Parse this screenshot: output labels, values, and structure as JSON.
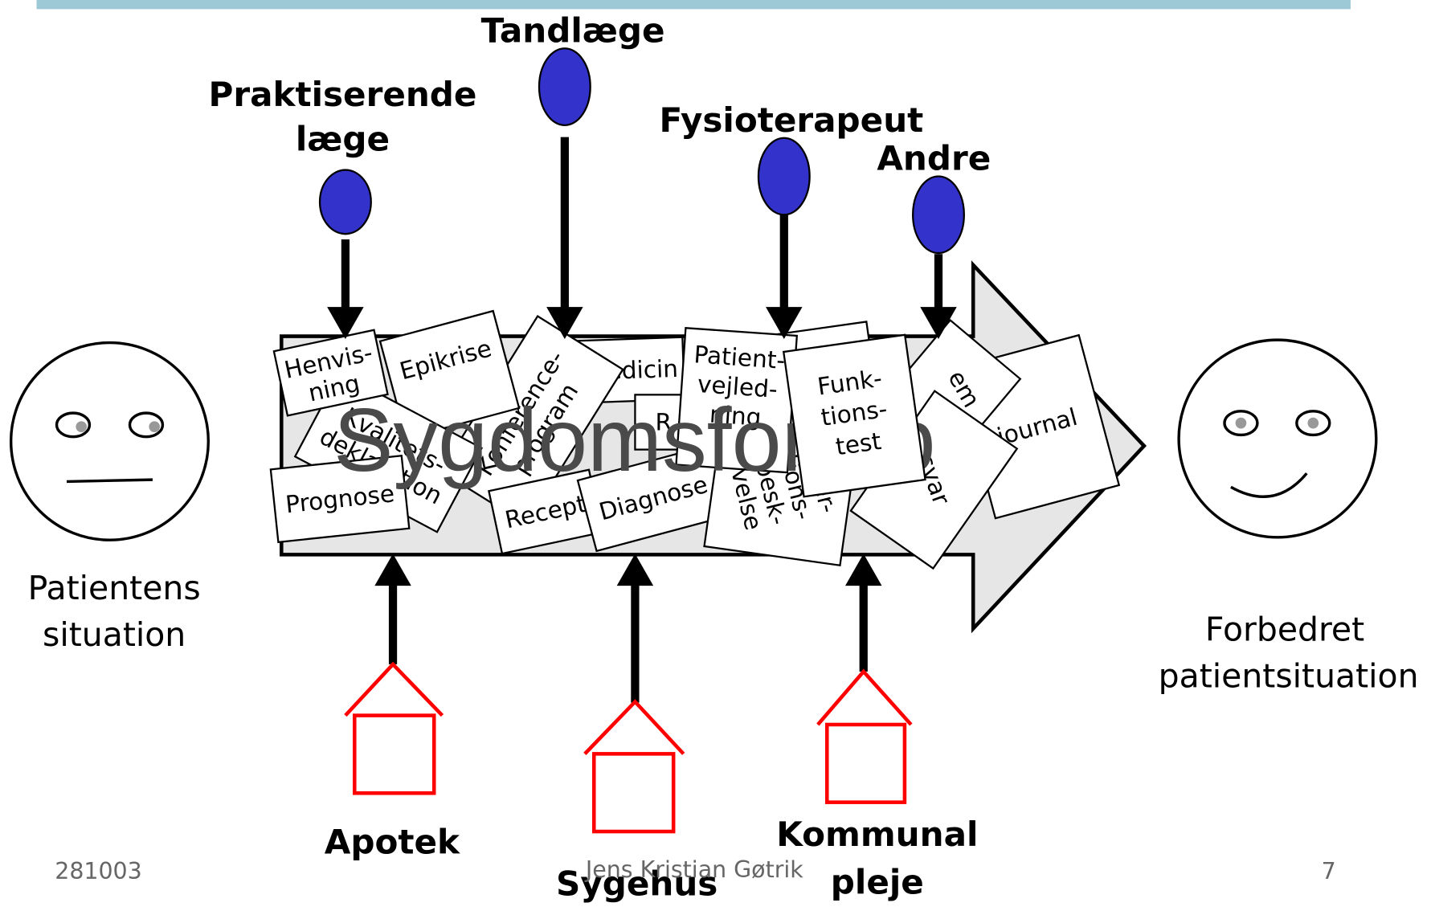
{
  "colors": {
    "top_bar": "#9dc8d5",
    "provider_oval": "#3333cc",
    "house_outline": "#ff0000",
    "arrow_fill": "#e6e6e6",
    "watermark": "#4a4a4a",
    "footer_text": "#666666"
  },
  "labels": {
    "praktiserende": [
      "Praktiserende",
      "læge"
    ],
    "tandlaege": "Tandlæge",
    "fysioterapeut": "Fysioterapeut",
    "andre": "Andre",
    "apotek": "Apotek",
    "sygehus": "Sygehus",
    "kommunal": [
      "Kommunal",
      "pleje"
    ],
    "before": [
      "Patientens",
      "situation"
    ],
    "after": [
      "Forbedret",
      "patientsituation"
    ],
    "watermark": "Sygdomsforløb"
  },
  "documents": {
    "journal": [
      "journal"
    ],
    "em": [
      "em"
    ],
    "svar": [
      "svar"
    ],
    "medicin": [
      "Medicin"
    ],
    "r": [
      "R"
    ],
    "konference": [
      "Konference-",
      "program"
    ],
    "epikrise": [
      "Epikrise"
    ],
    "kvalitet": [
      "Kvalitets-",
      "deklaration"
    ],
    "henvisning": [
      "Henvis-",
      "ning"
    ],
    "prognose": [
      "Prognose"
    ],
    "recept": [
      "Recept"
    ],
    "diagnose": [
      "Diagnose"
    ],
    "operation": [
      "Oper-",
      "tions-",
      "besk-",
      "velse"
    ],
    "patient": [
      "Patient-",
      "vejled-",
      "ning"
    ],
    "funktion": [
      "Funk-",
      "tions-",
      "test"
    ]
  },
  "footer": {
    "date": "281003",
    "author": "Jens Kristian Gøtrik",
    "page": "7"
  }
}
